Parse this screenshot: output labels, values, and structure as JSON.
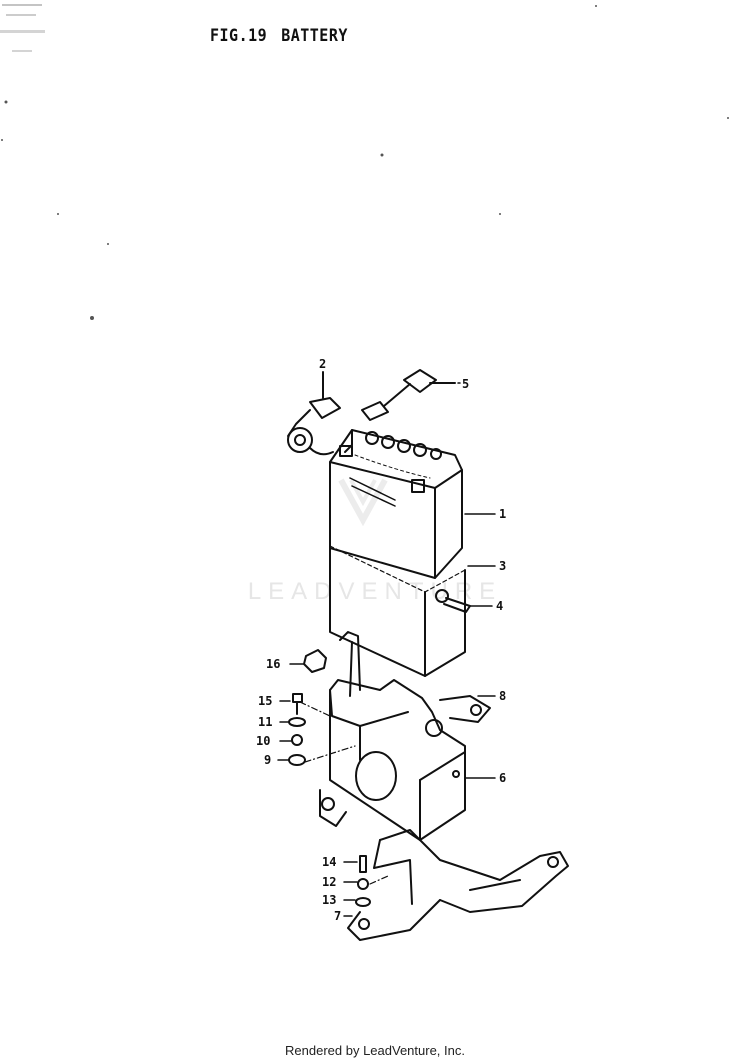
{
  "title": {
    "fig": "FIG.19",
    "name": "BATTERY"
  },
  "footer": "Rendered by LeadVenture, Inc.",
  "watermark": {
    "text": "LEADVENTURE"
  },
  "callouts": [
    "1",
    "2",
    "3",
    "4",
    "5",
    "6",
    "7",
    "8",
    "9",
    "10",
    "11",
    "12",
    "13",
    "14",
    "15",
    "16"
  ]
}
